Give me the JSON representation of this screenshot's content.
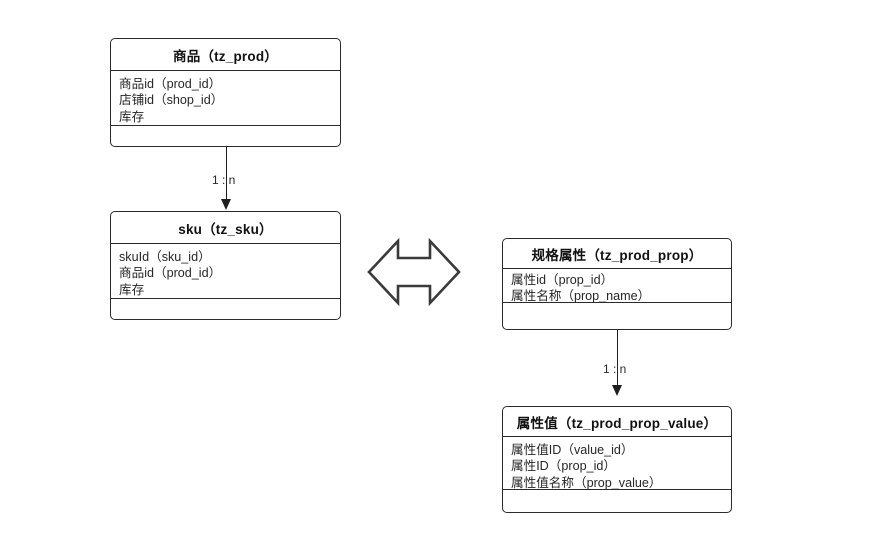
{
  "diagram": {
    "type": "uml-entity-relationship",
    "background": "#ffffff",
    "line_color": "#1f1f1f",
    "entities": [
      {
        "id": "tz_prod",
        "title": "商品（tz_prod）",
        "attributes": [
          "商品id（prod_id）",
          "店铺id（shop_id）",
          "库存"
        ],
        "methods": []
      },
      {
        "id": "tz_sku",
        "title": "sku（tz_sku）",
        "attributes": [
          "skuId（sku_id）",
          "商品id（prod_id）",
          "库存"
        ],
        "methods": []
      },
      {
        "id": "tz_prod_prop",
        "title": "规格属性（tz_prod_prop）",
        "attributes": [
          "属性id（prop_id）",
          "属性名称（prop_name）"
        ],
        "methods": []
      },
      {
        "id": "tz_prod_prop_value",
        "title": "属性值（tz_prod_prop_value）",
        "attributes": [
          "属性值ID（value_id）",
          "属性ID（prop_id）",
          "属性值名称（prop_value）"
        ],
        "methods": []
      }
    ],
    "relations": [
      {
        "id": "prod-to-sku",
        "from": "tz_prod",
        "to": "tz_sku",
        "cardinality": "1 : n"
      },
      {
        "id": "prop-to-propvalue",
        "from": "tz_prod_prop",
        "to": "tz_prod_prop_value",
        "cardinality": "1 : n"
      }
    ],
    "symbols": [
      {
        "id": "sku-prop-bidirectional",
        "icon": "bidirectional-arrow-icon"
      }
    ]
  }
}
